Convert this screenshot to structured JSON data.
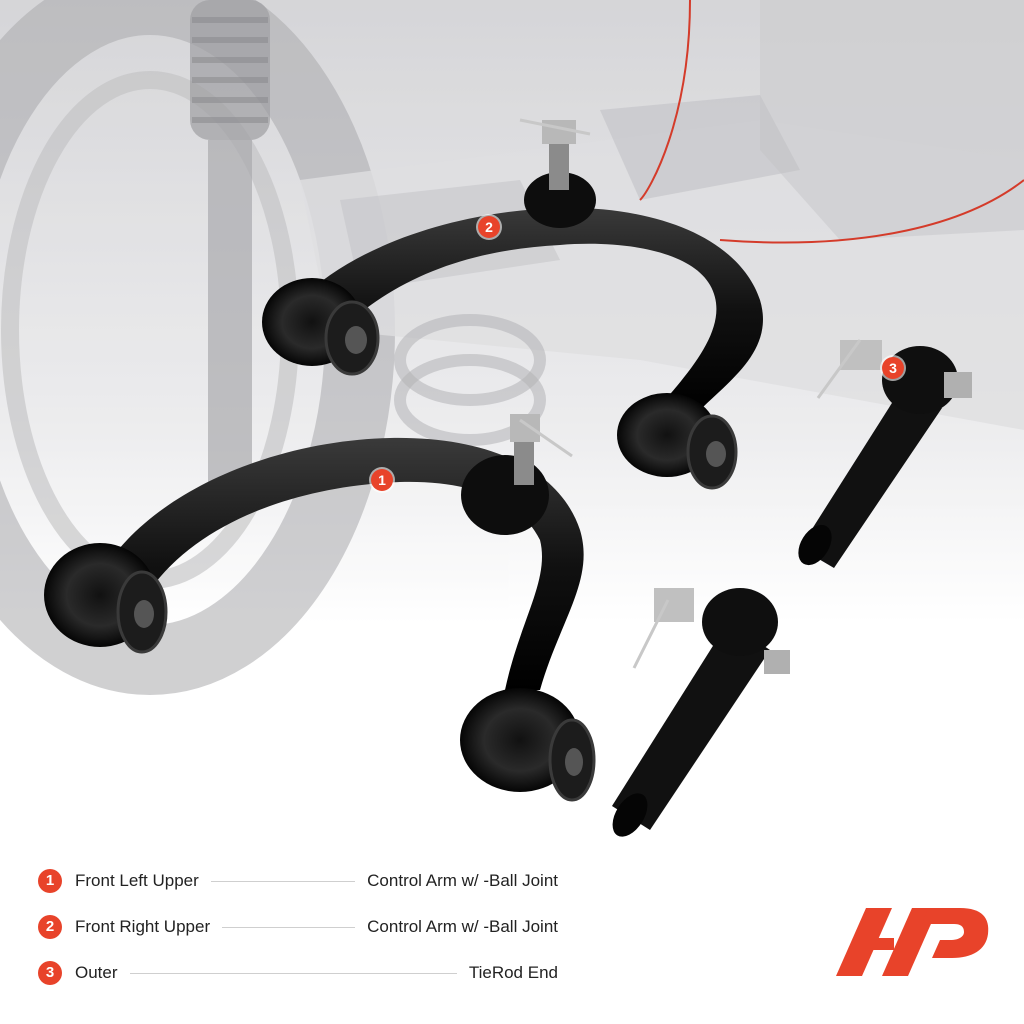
{
  "parts": [
    {
      "number": "1",
      "name": "Front Left Upper",
      "part": "Control Arm w/ -Ball Joint"
    },
    {
      "number": "2",
      "name": "Front Right Upper",
      "part": "Control Arm w/ -Ball Joint"
    },
    {
      "number": "3",
      "name": "Outer",
      "part": "TieRod End"
    }
  ],
  "colors": {
    "accent": "#e8432a",
    "text": "#222222",
    "arm": "#141414"
  },
  "icons": [
    "brand-logo"
  ]
}
